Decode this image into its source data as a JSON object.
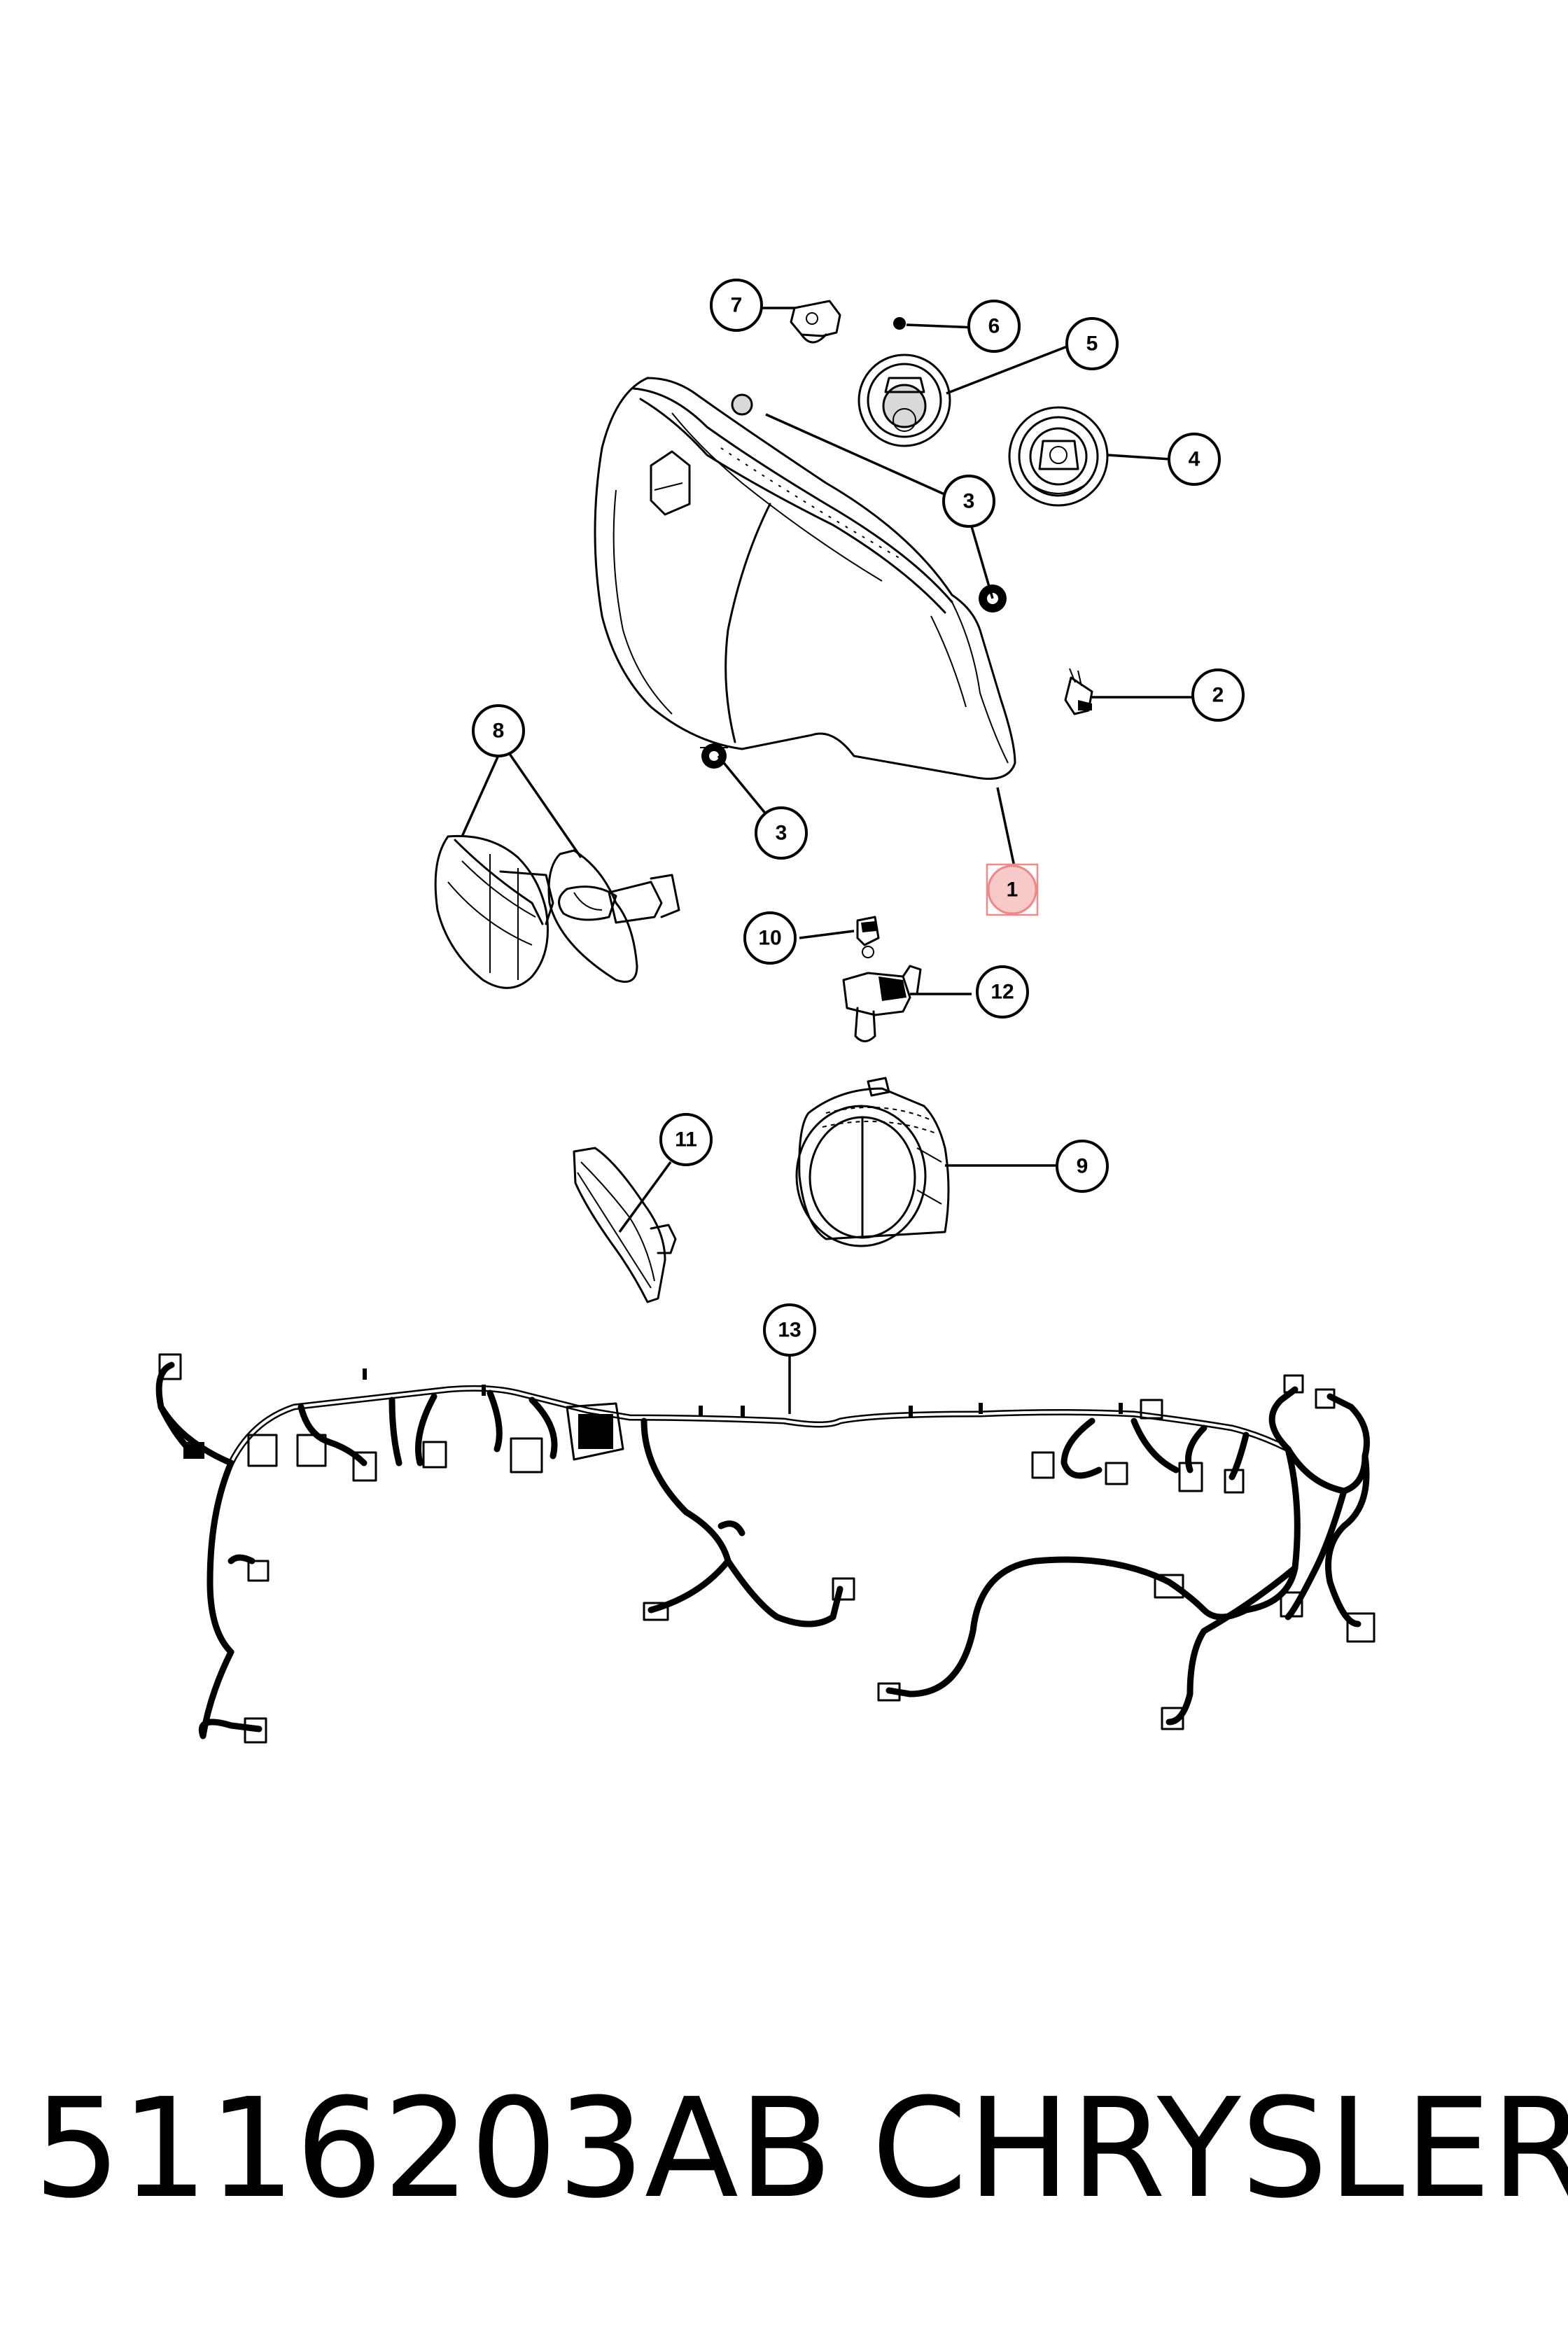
{
  "callouts": [
    {
      "id": "c1",
      "label": "1"
    },
    {
      "id": "c2",
      "label": "2"
    },
    {
      "id": "c3a",
      "label": "3"
    },
    {
      "id": "c3b",
      "label": "3"
    },
    {
      "id": "c4",
      "label": "4"
    },
    {
      "id": "c5",
      "label": "5"
    },
    {
      "id": "c6",
      "label": "6"
    },
    {
      "id": "c7",
      "label": "7"
    },
    {
      "id": "c8",
      "label": "8"
    },
    {
      "id": "c9",
      "label": "9"
    },
    {
      "id": "c10",
      "label": "10"
    },
    {
      "id": "c11",
      "label": "11"
    },
    {
      "id": "c12",
      "label": "12"
    },
    {
      "id": "c13",
      "label": "13"
    }
  ],
  "highlighted_callout": "1",
  "footer": {
    "part_number": "5116203AB",
    "brand": "CHRYSLER"
  },
  "colors": {
    "line": "#000000",
    "highlight": "#f7c9c9",
    "background": "#ffffff"
  }
}
